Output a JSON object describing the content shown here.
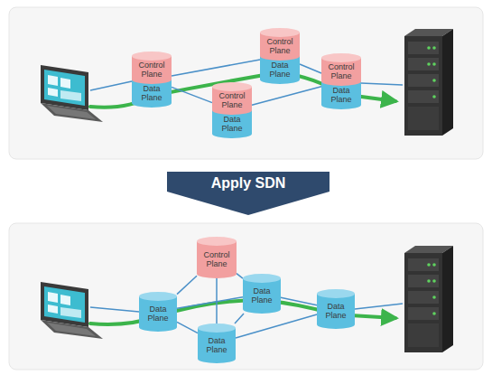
{
  "diagram": {
    "nodes": [
      {
        "text": [
          "Control Plane",
          "Data Plane"
        ]
      },
      {
        "text": [
          "Control Plane",
          "Data Plane"
        ]
      },
      {
        "text": [
          "Control Plane",
          "Data Plane"
        ]
      },
      {
        "text": [
          "Control Plane",
          "Data Plane"
        ]
      },
      {
        "text": [
          "Apply SDN"
        ]
      },
      {
        "text": [
          "Control Plane"
        ]
      },
      {
        "text": [
          "Data Plane"
        ]
      },
      {
        "text": [
          "Data Plane"
        ]
      },
      {
        "text": [
          "Data Plane"
        ]
      },
      {
        "text": [
          "Data Plane"
        ]
      }
    ],
    "edges": [
      {
        "from": 0,
        "to": 1,
        "arrow": "none"
      },
      {
        "from": 0,
        "to": 2,
        "arrow": "none"
      },
      {
        "from": 1,
        "to": 3,
        "arrow": "none"
      },
      {
        "from": 2,
        "to": 3,
        "arrow": "none"
      },
      {
        "from": 5,
        "to": 6,
        "arrow": "none"
      },
      {
        "from": 5,
        "to": 7,
        "arrow": "none"
      },
      {
        "from": 5,
        "to": 8,
        "arrow": "none"
      },
      {
        "from": 6,
        "to": 7,
        "arrow": "none"
      },
      {
        "from": 6,
        "to": 8,
        "arrow": "none"
      },
      {
        "from": 7,
        "to": 9,
        "arrow": "none"
      },
      {
        "from": 8,
        "to": 9,
        "arrow": "none"
      },
      {
        "from": 7,
        "to": 8,
        "arrow": "none"
      }
    ]
  }
}
